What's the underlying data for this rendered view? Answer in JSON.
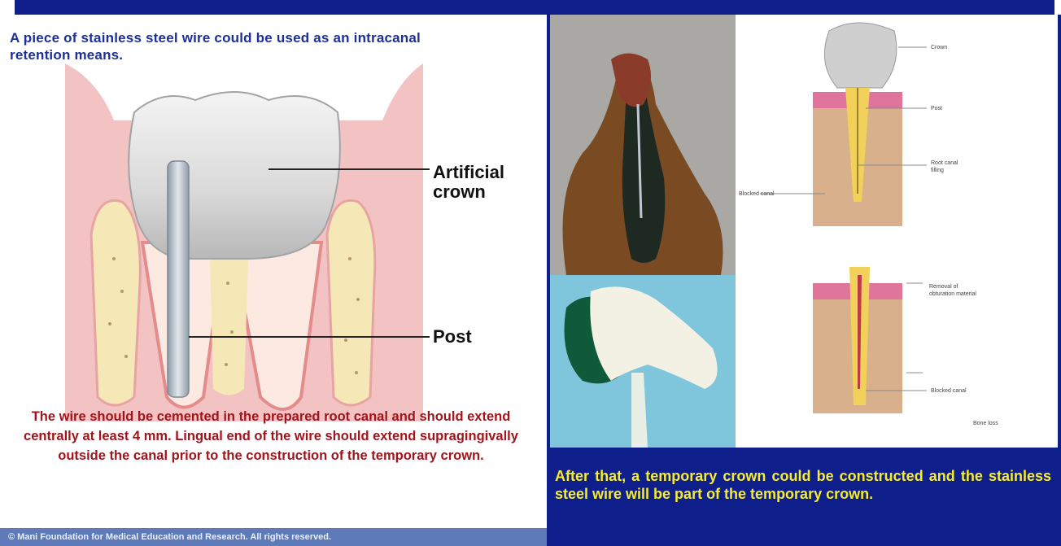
{
  "left_panel": {
    "intro": "A piece of stainless steel wire could be used as an intracanal retention means.",
    "labels": {
      "crown": "Artificial\ncrown",
      "post": "Post"
    },
    "caption": "The wire should be cemented in the prepared root canal and should extend centrally at least 4 mm. Lingual end of the wire should extend supragingivally outside the canal prior to the construction of the temporary crown.",
    "footer": "© Mani Foundation for Medical Education and Research. All rights reserved."
  },
  "right_panel": {
    "diagram_labels": {
      "crown": "Crown",
      "post": "Post",
      "root_canal_filling": "Root canal filling",
      "blocked_canal": "Blocked canal",
      "removal": "Removal of obturation material",
      "blocked_canal_2": "Blocked canal",
      "bone": "Bone loss"
    },
    "caption": "After that, a temporary crown could be constructed and the stainless steel wire will be part of the temporary crown."
  },
  "colors": {
    "navy": "#0e1e8a",
    "caption_red": "#a0141c",
    "caption_yellow": "#f7ed2a",
    "intro_blue": "#1c2f9a"
  }
}
